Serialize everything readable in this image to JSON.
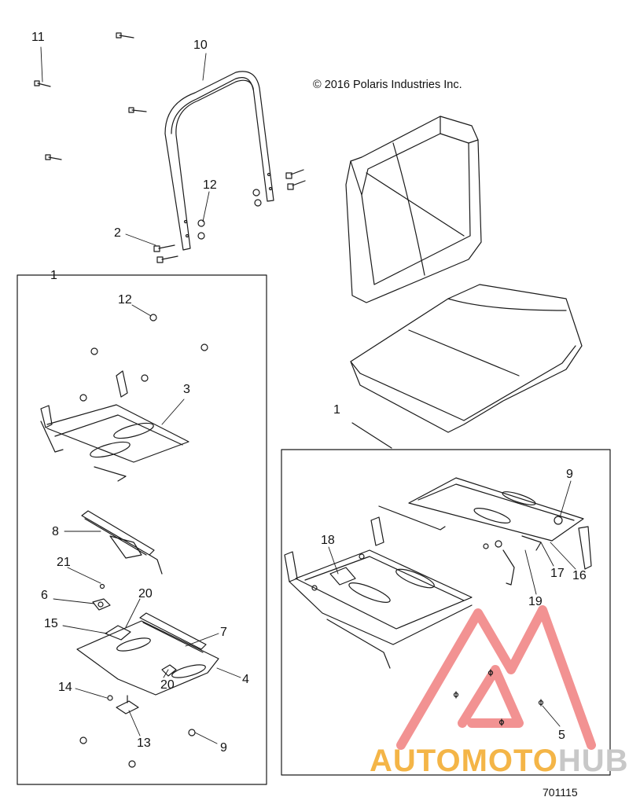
{
  "copyright": "© 2016 Polaris Industries Inc.",
  "drawing_number": "701115",
  "watermark": {
    "part1": "AUTOMOTO",
    "part2": "HUB",
    "icon": "triangle-logo",
    "colors": {
      "triangle": "#f08080",
      "text1": "#f4b547",
      "text2": "#c8c8c8"
    }
  },
  "callouts": {
    "c11": "11",
    "c10": "10",
    "c12a": "12",
    "c2": "2",
    "c1a": "1",
    "c12b": "12",
    "c3": "3",
    "c8": "8",
    "c21": "21",
    "c6": "6",
    "c20a": "20",
    "c15": "15",
    "c7": "7",
    "c4": "4",
    "c20b": "20",
    "c14": "14",
    "c13": "13",
    "c9a": "9",
    "c1b": "1",
    "c9b": "9",
    "c18": "18",
    "c17": "17",
    "c16": "16",
    "c19": "19",
    "c5": "5"
  }
}
